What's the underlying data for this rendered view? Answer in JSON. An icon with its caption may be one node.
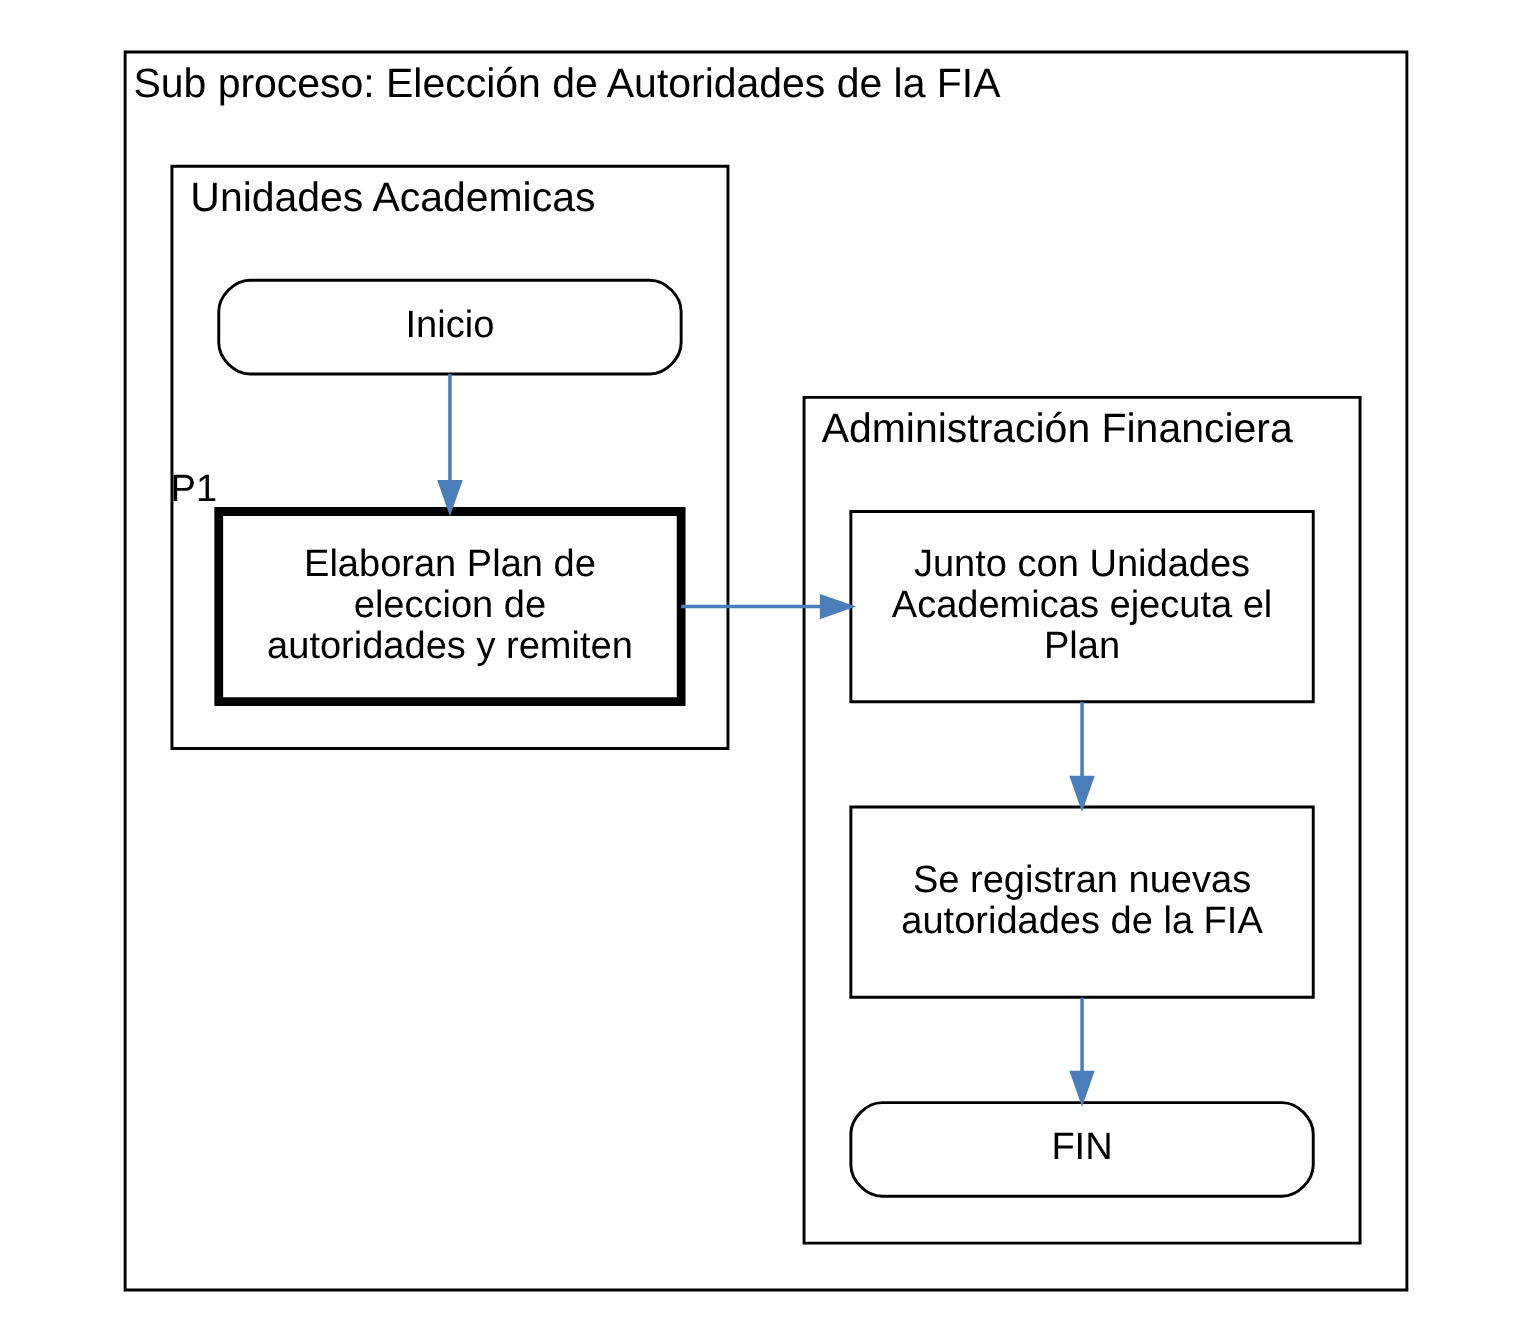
{
  "diagram": {
    "nodes": [
      {
        "text": [
          "Sub proceso: Elección de Autoridades de la FIA"
        ]
      },
      {
        "text": [
          "Unidades Academicas"
        ],
        "in": 0
      },
      {
        "text": [
          "Administración Financiera"
        ],
        "in": 0
      },
      {
        "text": [
          "Inicio"
        ],
        "in": 1
      },
      {
        "text": [
          "Elaboran Plan de eleccion de autoridades y remiten"
        ],
        "in": 1,
        "beside": [
          "P1"
        ]
      },
      {
        "text": [
          "Junto con Unidades Academicas ejecuta el Plan"
        ],
        "in": 2
      },
      {
        "text": [
          "Se registran nuevas autoridades de la FIA"
        ],
        "in": 2
      },
      {
        "text": [
          "FIN"
        ],
        "in": 2
      }
    ],
    "edges": [
      {
        "from": 3,
        "to": 4,
        "arrow": "to"
      },
      {
        "from": 4,
        "to": 5,
        "arrow": "to"
      },
      {
        "from": 5,
        "to": 6,
        "arrow": "to"
      },
      {
        "from": 6,
        "to": 7,
        "arrow": "to"
      }
    ]
  }
}
